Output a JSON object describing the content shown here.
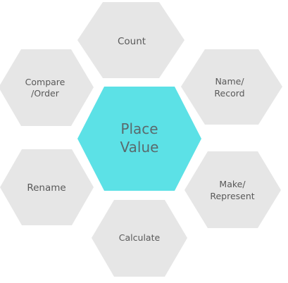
{
  "center": {
    "line1": "Place",
    "line2": "Value"
  },
  "nodes": {
    "count": {
      "line1": "Count"
    },
    "name_record": {
      "line1": "Name/",
      "line2": "Record"
    },
    "make_represent": {
      "line1": "Make/",
      "line2": "Represent"
    },
    "calculate": {
      "line1": "Calculate"
    },
    "rename": {
      "line1": "Rename"
    },
    "compare_order": {
      "line1": "Compare",
      "line2": "/Order"
    }
  },
  "colors": {
    "center_fill": "#5ce1e6",
    "node_fill": "#e6e6e6",
    "text": "#595959"
  }
}
